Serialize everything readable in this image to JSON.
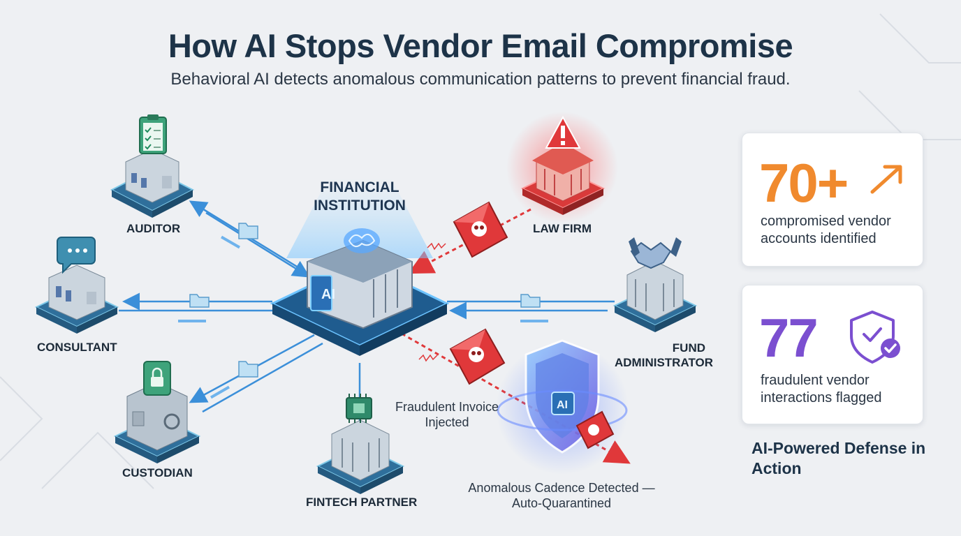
{
  "header": {
    "title": "How AI Stops Vendor Email Compromise",
    "subtitle": "Behavioral AI detects anomalous communication patterns to prevent financial fraud."
  },
  "center": {
    "label": "FINANCIAL INSTITUTION",
    "badge": "AI"
  },
  "nodes": {
    "auditor": "AUDITOR",
    "consultant": "CONSULTANT",
    "custodian": "CUSTODIAN",
    "fintech_partner": "FINTECH PARTNER",
    "law_firm": "LAW FIRM",
    "fund_administrator": "FUND ADMINISTRATOR"
  },
  "annotations": {
    "fraud_invoice": "Fraudulent Invoice Injected",
    "quarantine": "Anomalous Cadence Detected — Auto-Quarantined",
    "shield_badge": "AI"
  },
  "stats": {
    "compromised": {
      "value": "70+",
      "label": "compromised vendor accounts identified",
      "icon": "trend-up-arrow-icon"
    },
    "flagged": {
      "value": "77",
      "label": "fraudulent vendor interactions flagged",
      "icon": "shield-check-icon"
    }
  },
  "panel_caption": "AI-Powered Defense in Action",
  "colors": {
    "accent_orange": "#f08a2e",
    "accent_purple": "#7b4fd0",
    "threat_red": "#e0383a",
    "safe_blue": "#3b8fd9",
    "node_teal": "#3f8f93"
  }
}
